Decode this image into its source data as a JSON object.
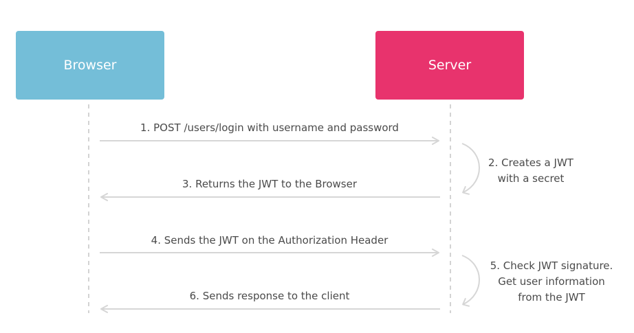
{
  "participants": {
    "browser": {
      "label": "Browser",
      "color": "#74bed8"
    },
    "server": {
      "label": "Server",
      "color": "#e8336d"
    }
  },
  "messages": [
    {
      "label": "1. POST /users/login with username and password",
      "direction": "browser-to-server"
    },
    {
      "label": "3. Returns the JWT to the Browser",
      "direction": "server-to-browser"
    },
    {
      "label": "4. Sends the JWT on the Authorization Header",
      "direction": "browser-to-server"
    },
    {
      "label": "6. Sends response to the client",
      "direction": "server-to-browser"
    }
  ],
  "notes": [
    {
      "lines": [
        "2. Creates a JWT",
        "with a secret"
      ]
    },
    {
      "lines": [
        "5. Check JWT signature.",
        "Get user information",
        "from the JWT"
      ]
    }
  ],
  "colors": {
    "arrow": "#d6d6d6",
    "lifeline": "#c8c8c8",
    "text": "#4a4a4a"
  }
}
